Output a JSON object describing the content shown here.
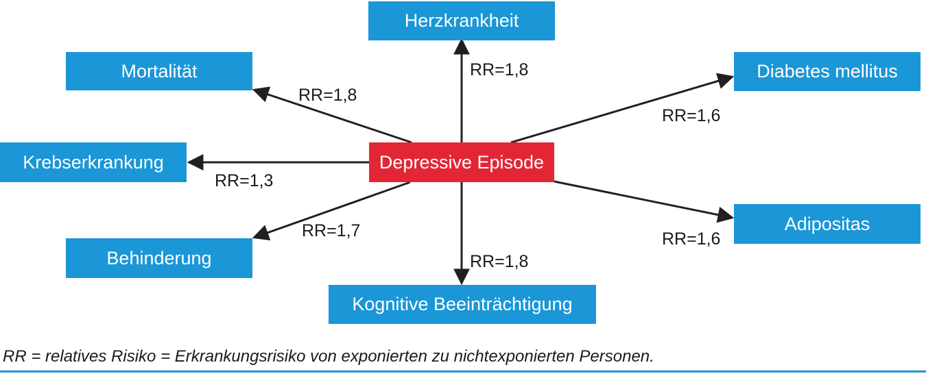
{
  "colors": {
    "node": "#1b96d6",
    "center": "#e32636",
    "arrow": "#231f20",
    "rule": "#1b96d6"
  },
  "center": {
    "label": "Depressive Episode"
  },
  "nodes": {
    "herz": "Herzkrankheit",
    "mortalitaet": "Mortalität",
    "diabetes": "Diabetes mellitus",
    "krebs": "Krebserkrankung",
    "adipositas": "Adipositas",
    "behinderung": "Behinderung",
    "kognitiv": "Kognitive Beeinträchtigung"
  },
  "edges": {
    "herz": "RR=1,8",
    "mortalitaet": "RR=1,8",
    "diabetes": "RR=1,6",
    "krebs": "RR=1,3",
    "adipositas": "RR=1,6",
    "behinderung": "RR=1,7",
    "kognitiv": "RR=1,8"
  },
  "footnote": "RR = relatives Risiko = Erkrankungsrisiko von exponierten zu nichtexponierten Personen."
}
